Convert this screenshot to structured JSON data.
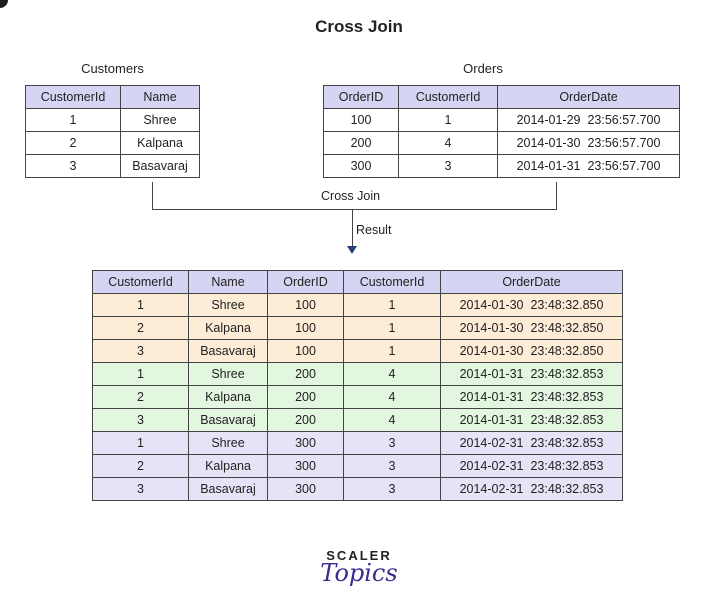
{
  "title": "Cross Join",
  "customers": {
    "caption": "Customers",
    "columns": [
      "CustomerId",
      "Name"
    ],
    "rows": [
      [
        "1",
        "Shree"
      ],
      [
        "2",
        "Kalpana"
      ],
      [
        "3",
        "Basavaraj"
      ]
    ]
  },
  "orders": {
    "caption": "Orders",
    "columns": [
      "OrderID",
      "CustomerId",
      "OrderDate"
    ],
    "rows": [
      [
        "100",
        "1",
        "2014-01-29  23:56:57.700"
      ],
      [
        "200",
        "4",
        "2014-01-30  23:56:57.700"
      ],
      [
        "300",
        "3",
        "2014-01-31  23:56:57.700"
      ]
    ]
  },
  "connector": {
    "join_label": "Cross Join",
    "result_label": "Result"
  },
  "result": {
    "columns": [
      "CustomerId",
      "Name",
      "OrderID",
      "CustomerId",
      "OrderDate"
    ],
    "rows": [
      [
        "1",
        "Shree",
        "100",
        "1",
        "2014-01-30  23:48:32.850"
      ],
      [
        "2",
        "Kalpana",
        "100",
        "1",
        "2014-01-30  23:48:32.850"
      ],
      [
        "3",
        "Basavaraj",
        "100",
        "1",
        "2014-01-30  23:48:32.850"
      ],
      [
        "1",
        "Shree",
        "200",
        "4",
        "2014-01-31  23:48:32.853"
      ],
      [
        "2",
        "Kalpana",
        "200",
        "4",
        "2014-01-31  23:48:32.853"
      ],
      [
        "3",
        "Basavaraj",
        "200",
        "4",
        "2014-01-31  23:48:32.853"
      ],
      [
        "1",
        "Shree",
        "300",
        "3",
        "2014-02-31  23:48:32.853"
      ],
      [
        "2",
        "Kalpana",
        "300",
        "3",
        "2014-02-31  23:48:32.853"
      ],
      [
        "3",
        "Basavaraj",
        "300",
        "3",
        "2014-02-31  23:48:32.853"
      ]
    ],
    "group_colors": [
      "#fdecd6",
      "#e3f6e0",
      "#e5e4f7"
    ]
  },
  "brand": {
    "top": "SCALER",
    "bottom": "Topics",
    "color": "#3b2a8f"
  }
}
